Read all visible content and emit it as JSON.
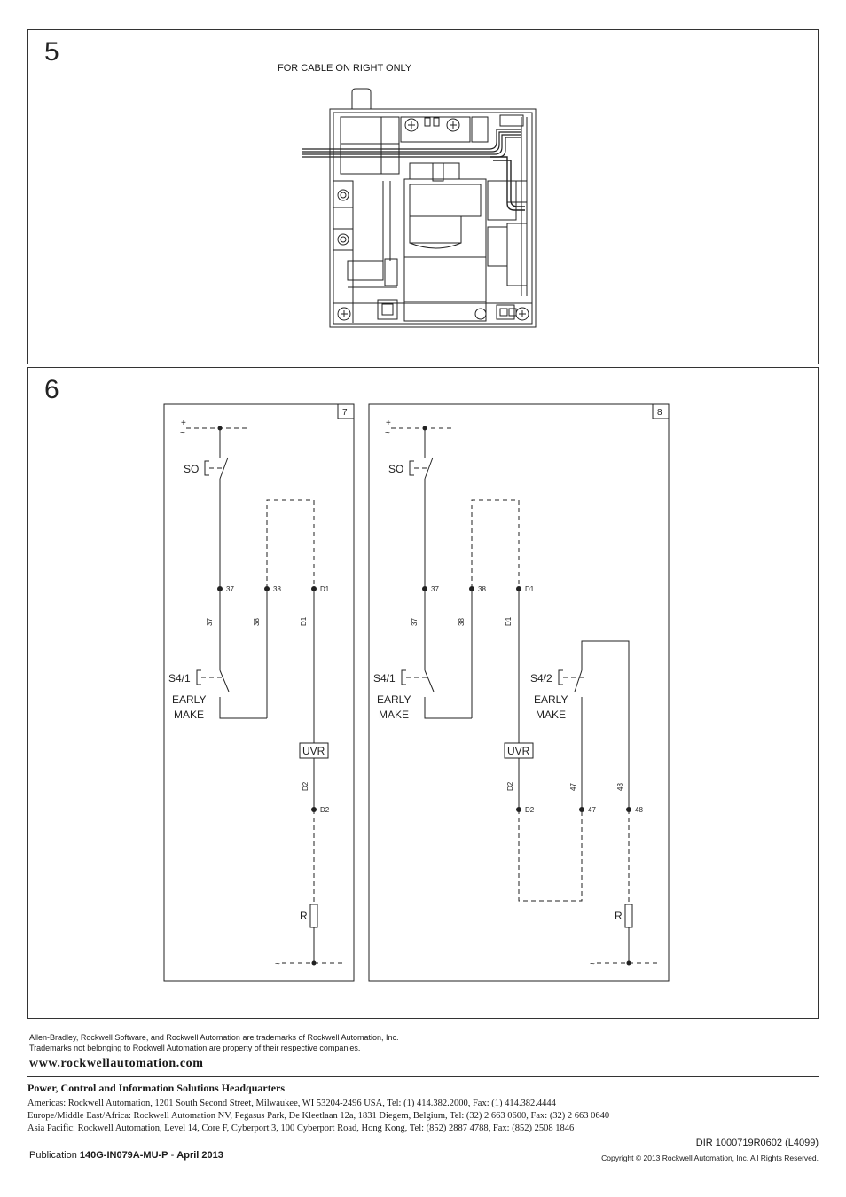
{
  "fig5": {
    "number": "5",
    "caption": "FOR CABLE ON RIGHT ONLY"
  },
  "fig6": {
    "number": "6",
    "diagram7": {
      "box_label": "7",
      "supply_top": "+",
      "supply_tilde": "~",
      "so_label": "SO",
      "terminal_37": "37",
      "terminal_38": "38",
      "terminal_d1": "D1",
      "wire_37": "37",
      "wire_38": "38",
      "wire_d1": "D1",
      "switch_label": "S4/1",
      "early": "EARLY",
      "make": "MAKE",
      "uvr": "UVR",
      "wire_d2": "D2",
      "terminal_d2": "D2",
      "resistor": "R",
      "supply_bottom": "~"
    },
    "diagram8": {
      "box_label": "8",
      "supply_top": "+",
      "supply_tilde": "~",
      "so_label": "SO",
      "terminal_37": "37",
      "terminal_38": "38",
      "terminal_d1": "D1",
      "wire_37": "37",
      "wire_38": "38",
      "wire_d1": "D1",
      "switch1_label": "S4/1",
      "switch1_early": "EARLY",
      "switch1_make": "MAKE",
      "switch2_label": "S4/2",
      "switch2_early": "EARLY",
      "switch2_make": "MAKE",
      "uvr": "UVR",
      "wire_d2": "D2",
      "wire_47": "47",
      "wire_48": "48",
      "terminal_d2": "D2",
      "terminal_47": "47",
      "terminal_48": "48",
      "resistor": "R",
      "supply_bottom": "~"
    }
  },
  "footer": {
    "trademark_line1": "Allen-Bradley, Rockwell Software, and Rockwell Automation are trademarks of Rockwell Automation, Inc.",
    "trademark_line2": "Trademarks not belonging to Rockwell Automation are property of their respective companies.",
    "url": "www.rockwellautomation.com",
    "hq_title": "Power, Control and Information Solutions Headquarters",
    "americas": "Americas: Rockwell Automation, 1201 South Second Street, Milwaukee, WI 53204-2496 USA, Tel: (1) 414.382.2000, Fax: (1) 414.382.4444",
    "europe": "Europe/Middle East/Africa: Rockwell Automation NV, Pegasus Park, De Kleetlaan 12a, 1831 Diegem, Belgium, Tel: (32) 2 663 0600, Fax: (32) 2 663 0640",
    "asia": "Asia Pacific: Rockwell Automation, Level 14, Core F, Cyberport 3, 100 Cyberport Road, Hong Kong, Tel: (852) 2887 4788, Fax: (852) 2508 1846",
    "dir": "DIR 1000719R0602 (L4099)",
    "publication_prefix": "Publication ",
    "publication_number": "140G-IN079A-MU-P",
    "publication_sep": " - ",
    "publication_date": "April 2013",
    "copyright": "Copyright © 2013 Rockwell Automation, Inc. All Rights Reserved."
  }
}
